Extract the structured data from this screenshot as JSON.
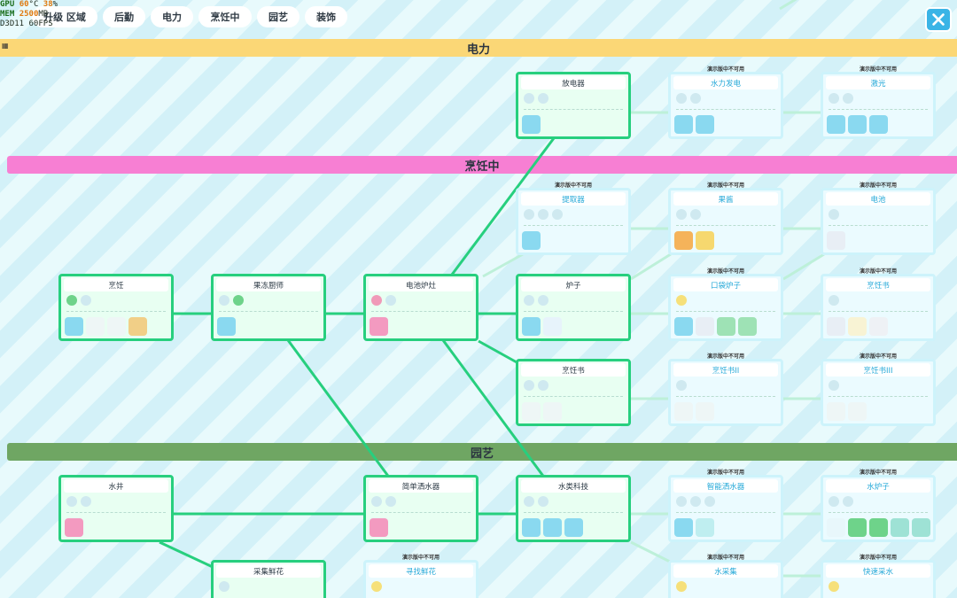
{
  "perf": {
    "gpu_label": "GPU",
    "gpu_temp": "60",
    "gpu_unit": "°C",
    "gpu_load": "38",
    "gpu_load_unit": "%",
    "mem_label": "MEM",
    "mem_value": "2500",
    "mem_unit": "MB",
    "d3d_label": "D3D11",
    "fps": "60",
    "fps_unit": "FPS"
  },
  "tabs": [
    {
      "label": "升级 区域"
    },
    {
      "label": "后勤"
    },
    {
      "label": "电力"
    },
    {
      "label": "烹饪中"
    },
    {
      "label": "园艺"
    },
    {
      "label": "装饰"
    }
  ],
  "bands": {
    "power": "电力",
    "cook": "烹饪中",
    "garden": "园艺"
  },
  "demo_text": "演示版中不可用",
  "nodes": {
    "discharger": "放电器",
    "hydro": "水力发电",
    "laser": "激光",
    "extractor": "提取器",
    "jam": "果酱",
    "battery": "电池",
    "cooking": "烹饪",
    "jelly_chef": "果冻厨师",
    "battery_stove": "电池炉灶",
    "furnace": "炉子",
    "pocket_furnace": "口袋炉子",
    "cookbook_top": "烹饪书",
    "cookbook": "烹饪书",
    "cookbook2": "烹饪书II",
    "cookbook3": "烹饪书III",
    "well": "水井",
    "simple_sprinkler": "简单洒水器",
    "water_tech": "水类科技",
    "smart_sprinkler": "智能洒水器",
    "water_furnace": "水炉子",
    "pick_flowers": "采集鲜花",
    "find_flowers": "寻找鲜花",
    "water_collect": "水采集",
    "fast_water": "快速采水"
  },
  "colors": {
    "unlocked_border": "#27cf7e",
    "locked_border": "#cdf3fb",
    "power_band": "#fbd776",
    "cook_band": "#f77fd3",
    "garden_band": "#6fa663"
  }
}
